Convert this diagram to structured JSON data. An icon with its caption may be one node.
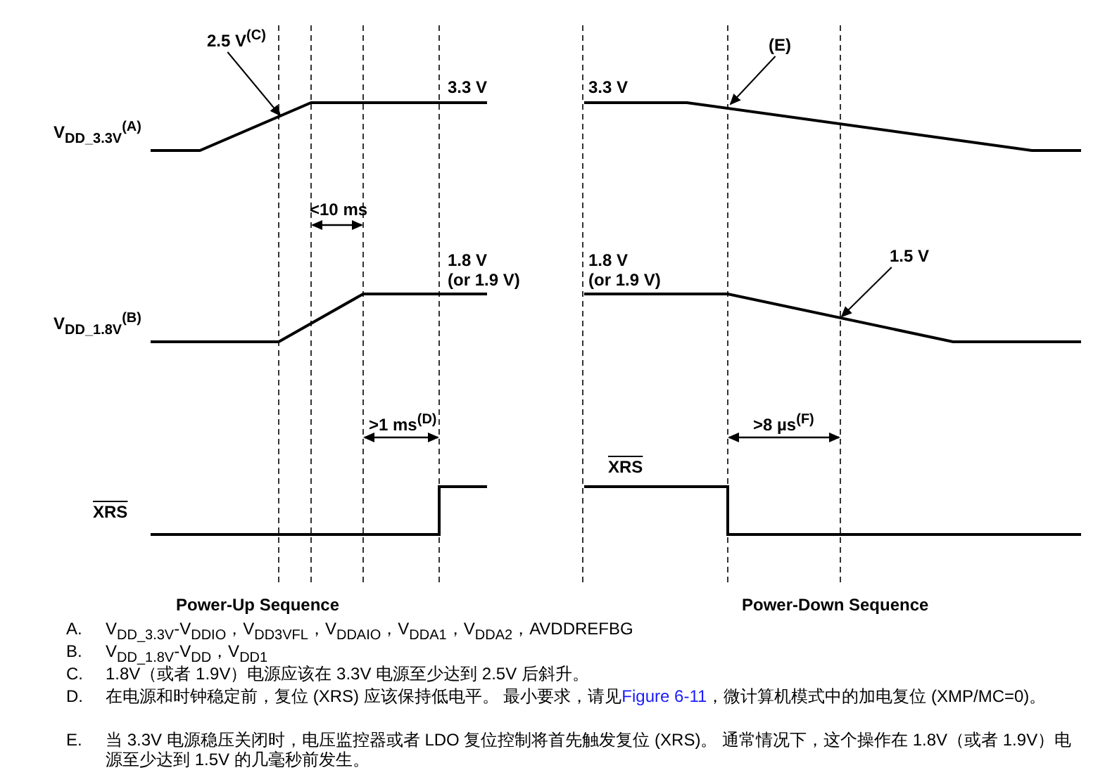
{
  "diagram": {
    "nodes": [
      {
        "text": [
          "2.5 V$^{(C)}$"
        ]
      },
      {
        "text": [
          "(E)"
        ]
      },
      {
        "text": [
          "1.5 V"
        ]
      }
    ],
    "edges": [
      {
        "from": 0,
        "to": null,
        "arrow": "to"
      },
      {
        "from": 1,
        "to": null,
        "arrow": "to"
      },
      {
        "from": 2,
        "to": null,
        "arrow": "to"
      }
    ],
    "labels": [
      "V$_{DD_3.3V}$$^{(A)}$",
      "3.3 V",
      "3.3 V",
      "<10 ms",
      "V$_{DD_1.8V}$$^{(B)}$",
      "1.8 V (or 1.9 V)",
      "1.8 V (or 1.9 V)",
      ">1 ms$^{(D)}$",
      ">8 µs$^{(F)}$",
      "XRS",
      "XRS",
      "Power-Up Sequence",
      "Power-Down Sequence",
      "A.",
      "V$_{DD_3.3V}$-V$_{DDIO}$，V$_{DD3VFL}$，V$_{DDAIO}$，V$_{DDA1}$，V$_{DDA2}$，AVDDREFBG",
      "B.",
      "V$_{DD_1.8V}$-V$_{DD}$，V$_{DD1}$",
      "C.",
      "1.8V（或者 1.9V）电源应该在 3.3V 电源至少达到 2.5V 后斜升。",
      "D.",
      "在电源和时钟稳定前，复位 (XRS) 应该保持低电平。 最小要求，请见",
      "Figure 6-11",
      "，微计算机模式中的加电复位 (XMP/MC=0)。",
      "E.",
      "当 3.3V 电源稳压关闭时，电压监控器或者 LDO 复位控制将首先触发复位 (XRS)。 通常情况下，这个操作在 1.8V（或者 1.9V）电源至少达到 1.5V 的几毫秒前发生。"
    ]
  }
}
